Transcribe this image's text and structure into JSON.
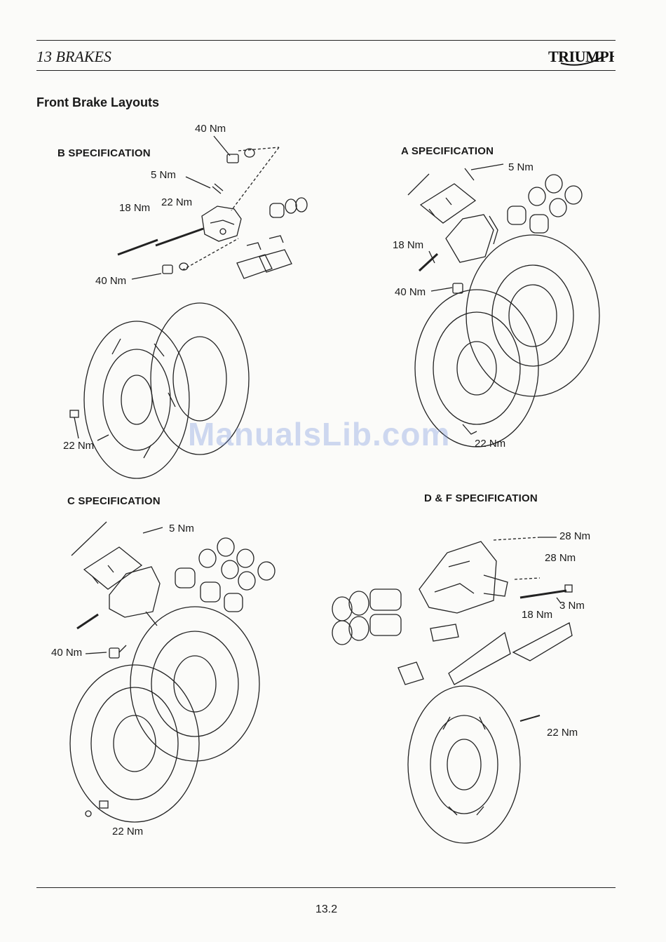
{
  "header": {
    "chapter": "13  BRAKES",
    "brand_logo": "TRIUMPH"
  },
  "title": "Front Brake Layouts",
  "specs": {
    "b": {
      "heading": "B SPECIFICATION",
      "torques": [
        "40 Nm",
        "5 Nm",
        "18 Nm",
        "22 Nm",
        "40 Nm",
        "22 Nm"
      ]
    },
    "a": {
      "heading": "A SPECIFICATION",
      "torques": [
        "5 Nm",
        "18 Nm",
        "40 Nm",
        "22 Nm"
      ]
    },
    "c": {
      "heading": "C SPECIFICATION",
      "torques": [
        "5 Nm",
        "40 Nm",
        "22 Nm"
      ]
    },
    "df": {
      "heading": "D & F SPECIFICATION",
      "torques": [
        "28 Nm",
        "28 Nm",
        "3 Nm",
        "18 Nm",
        "22 Nm"
      ]
    }
  },
  "watermark": "ManualsLib.com",
  "footer": {
    "page_number": "13.2"
  },
  "colors": {
    "ink": "#1a1a1a",
    "paper": "#fbfbf9",
    "watermark": "#7896dc"
  }
}
